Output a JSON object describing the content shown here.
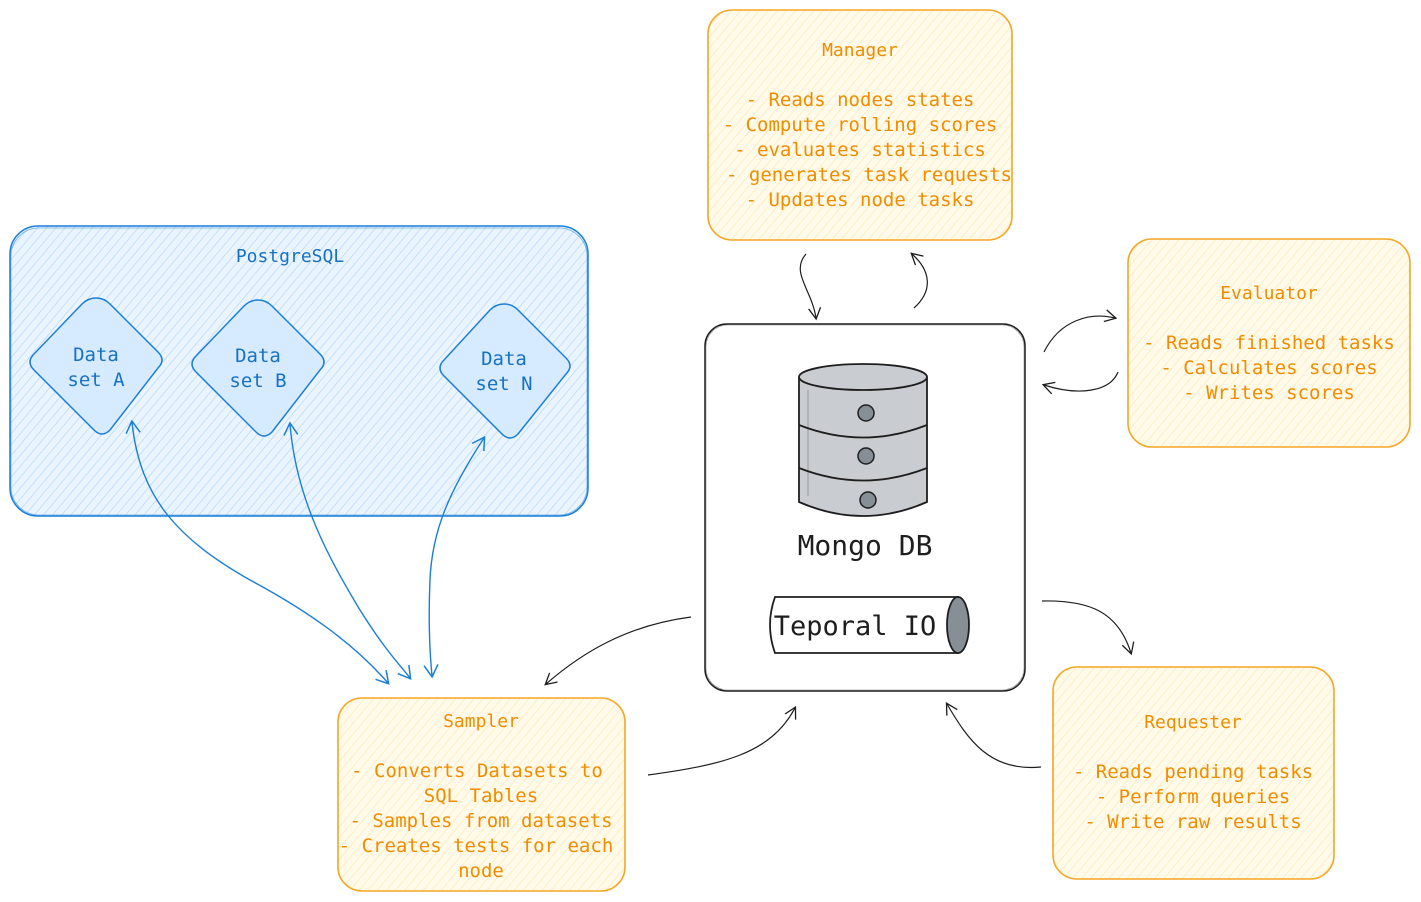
{
  "postgres": {
    "title": "PostgreSQL",
    "datasets": [
      {
        "line1": "Data",
        "line2": "set A"
      },
      {
        "line1": "Data",
        "line2": "set B"
      },
      {
        "line1": "Data",
        "line2": "set N"
      }
    ]
  },
  "manager": {
    "title": "Manager",
    "lines": [
      "- Reads nodes states",
      "- Compute rolling scores",
      "- evaluates statistics",
      "- generates task requests",
      "- Updates node tasks"
    ]
  },
  "evaluator": {
    "title": "Evaluator",
    "lines": [
      "- Reads finished tasks",
      "- Calculates scores",
      "- Writes scores"
    ]
  },
  "sampler": {
    "title": "Sampler",
    "lines": [
      "- Converts Datasets to",
      "SQL Tables",
      "- Samples from datasets",
      "- Creates tests for each",
      "node"
    ]
  },
  "requester": {
    "title": "Requester",
    "lines": [
      "- Reads pending tasks",
      "- Perform queries",
      "- Write raw results"
    ]
  },
  "core": {
    "db_label": "Mongo DB",
    "temporal_label": "Teporal IO"
  },
  "colors": {
    "orange_stroke": "#f5a623",
    "orange_fill": "#fff4d6",
    "orange_text": "#f08c00",
    "blue_stroke": "#1c7ed6",
    "blue_fill": "#e3f1ff",
    "blue_text": "#1971c2",
    "dark": "#1e1e1e",
    "cylinder_fill": "#c9cdd1"
  }
}
